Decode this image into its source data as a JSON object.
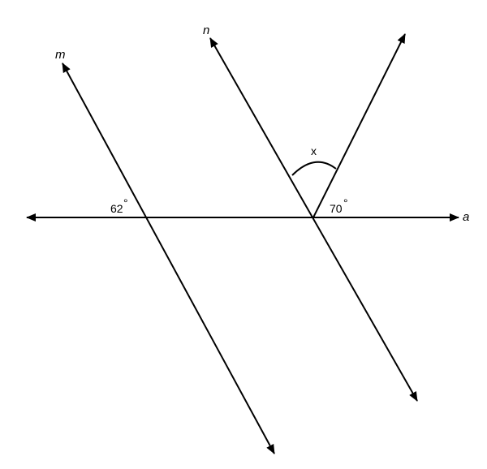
{
  "diagram": {
    "lines": {
      "m": "m",
      "n": "n",
      "a": "a"
    },
    "angles": {
      "left": "62",
      "right": "70",
      "unknown": "x"
    },
    "degree_symbol": "°",
    "stroke_color": "#000000"
  }
}
